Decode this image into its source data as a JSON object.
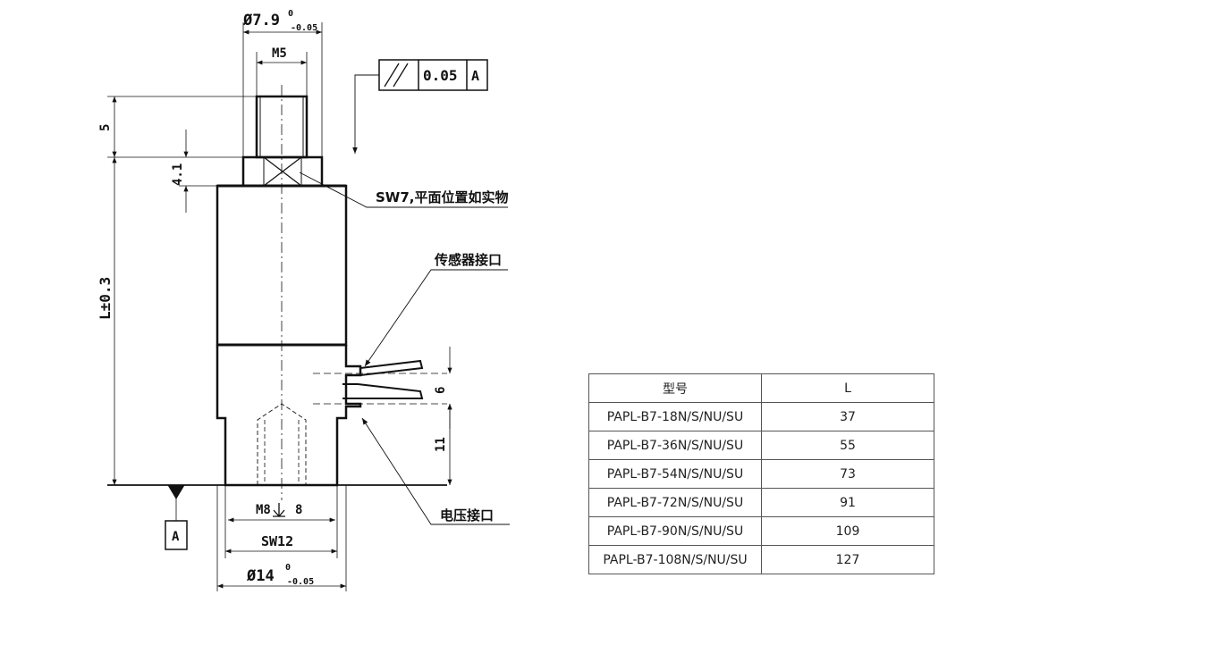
{
  "drawing": {
    "dim_top_diameter": "Ø7.9",
    "dim_top_diameter_upper": "0",
    "dim_top_diameter_lower": "-0.05",
    "dim_thread_top": "M5",
    "tolerance_symbol": "//",
    "tolerance_value": "0.05",
    "tolerance_datum": "A",
    "dim_5": "5",
    "dim_4_1": "4.1",
    "dim_length": "L±0.3",
    "note_sw7": "SW7,平面位置如实物",
    "note_sensor": "传感器接口",
    "note_voltage": "电压接口",
    "dim_6": "6",
    "dim_11": "11",
    "datum_label": "A",
    "dim_thread_bottom": "M8",
    "dim_thread_depth": "8",
    "dim_sw12": "SW12",
    "dim_bottom_diameter": "Ø14",
    "dim_bottom_diameter_upper": "0",
    "dim_bottom_diameter_lower": "-0.05"
  },
  "table": {
    "header": [
      "型号",
      "L"
    ],
    "rows": [
      [
        "PAPL-B7-18N/S/NU/SU",
        "37"
      ],
      [
        "PAPL-B7-36N/S/NU/SU",
        "55"
      ],
      [
        "PAPL-B7-54N/S/NU/SU",
        "73"
      ],
      [
        "PAPL-B7-72N/S/NU/SU",
        "91"
      ],
      [
        "PAPL-B7-90N/S/NU/SU",
        "109"
      ],
      [
        "PAPL-B7-108N/S/NU/SU",
        "127"
      ]
    ]
  }
}
